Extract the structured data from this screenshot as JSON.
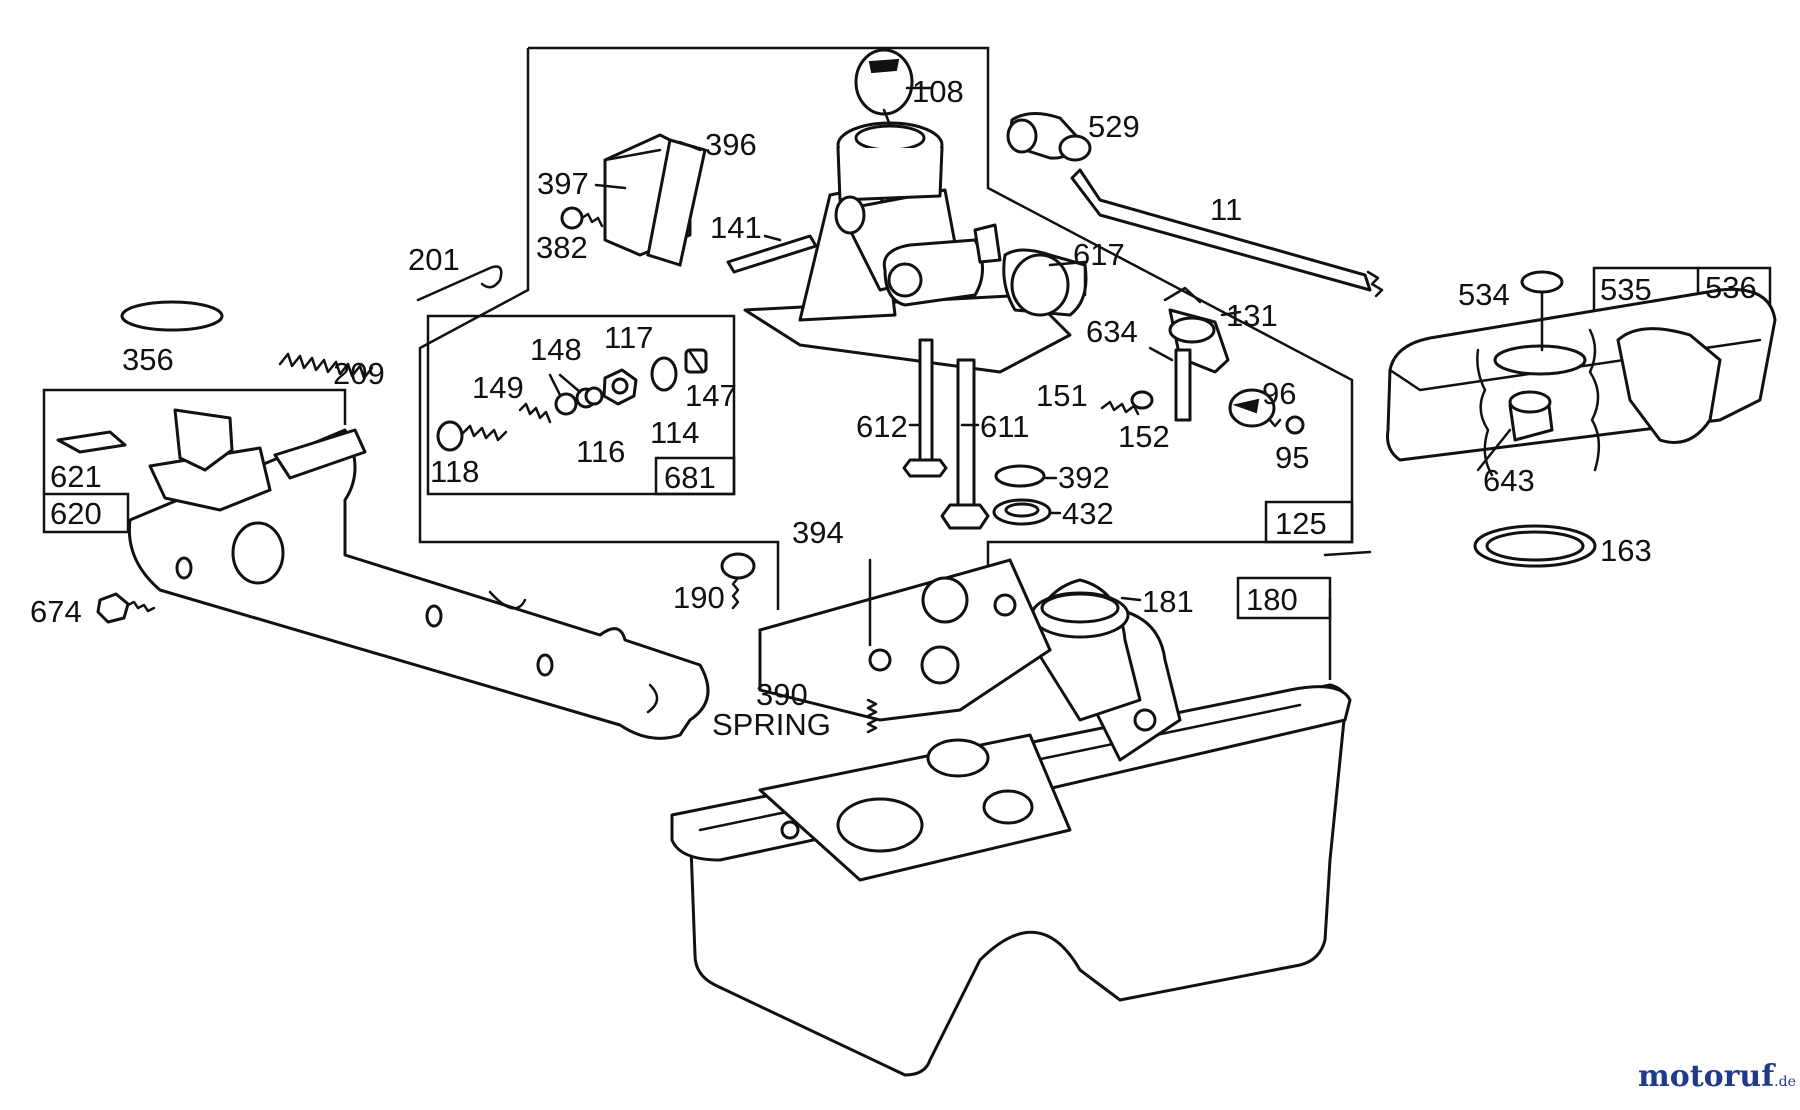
{
  "labels": {
    "p108": "108",
    "p529": "529",
    "p396": "396",
    "p397": "397",
    "p11": "11",
    "p141": "141",
    "p382": "382",
    "p201": "201",
    "p617": "617",
    "p534": "534",
    "p535": "535",
    "p536": "536",
    "p356": "356",
    "p209": "209",
    "p634": "634",
    "p131": "131",
    "p117": "117",
    "p148": "148",
    "p149": "149",
    "p147": "147",
    "p96": "96",
    "p151": "151",
    "p612": "612",
    "p611": "611",
    "p152": "152",
    "p95": "95",
    "p118": "118",
    "p116": "116",
    "p114": "114",
    "p681": "681",
    "p621": "621",
    "p620": "620",
    "p392": "392",
    "p643": "643",
    "p432": "432",
    "p125": "125",
    "p394": "394",
    "p163": "163",
    "p190": "190",
    "p181": "181",
    "p180": "180",
    "p674": "674",
    "p390": "390",
    "spring": "SPRING"
  },
  "watermark": {
    "brand": "motoruf",
    "tld": ".de",
    "color_main": "#1f3a8a",
    "color_accent": "#e0a020"
  }
}
